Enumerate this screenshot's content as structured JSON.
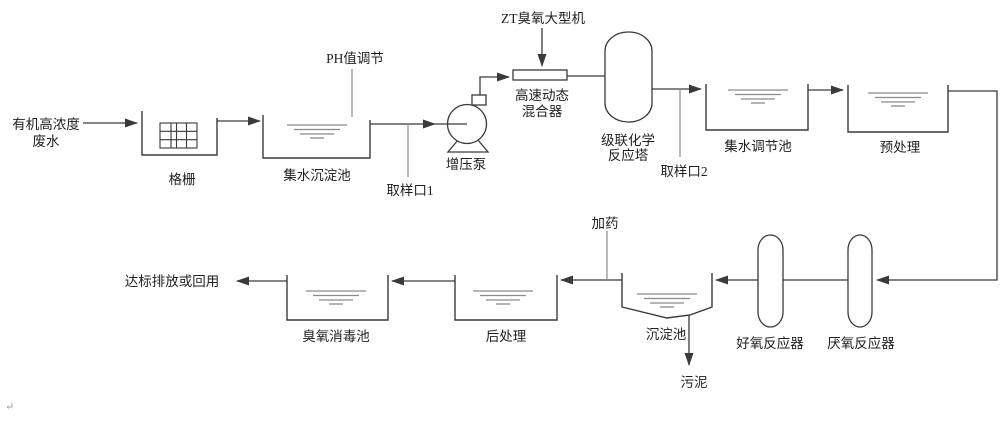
{
  "colors": {
    "line": "#3a3a3a",
    "tee_line": "#8a8a8a",
    "water_line": "#8a8a8a",
    "text": "#1f1f1f",
    "background": "#ffffff"
  },
  "nodes": {
    "influent": {
      "line1": "有机高浓度",
      "line2": "废水"
    },
    "bar_screen": {
      "label": "格栅"
    },
    "ph_adjust": {
      "label": "PH值调节"
    },
    "collecting_sedimentation_tank": {
      "label": "集水沉淀池"
    },
    "sampling_port_1": {
      "label": "取样口1"
    },
    "booster_pump": {
      "label": "增压泵"
    },
    "ozone_generator": {
      "label": "ZT臭氧大型机"
    },
    "dynamic_mixer": {
      "line1": "高速动态",
      "line2": "混合器"
    },
    "cascade_reaction_tower": {
      "line1": "级联化学",
      "line2": "反应塔"
    },
    "sampling_port_2": {
      "label": "取样口2"
    },
    "collecting_regulating_tank": {
      "label": "集水调节池"
    },
    "pretreatment_tank": {
      "label": "预处理"
    },
    "anaerobic_reactor": {
      "label": "厌氧反应器"
    },
    "aerobic_reactor": {
      "label": "好氧反应器"
    },
    "dosing": {
      "label": "加药"
    },
    "sedimentation_tank": {
      "label": "沉淀池"
    },
    "sludge": {
      "label": "污泥"
    },
    "post_treatment_tank": {
      "label": "后处理"
    },
    "ozone_disinfection_tank": {
      "label": "臭氧消毒池"
    },
    "discharge": {
      "label": "达标排放或回用"
    },
    "corner_mark": {
      "label": "↵"
    }
  }
}
